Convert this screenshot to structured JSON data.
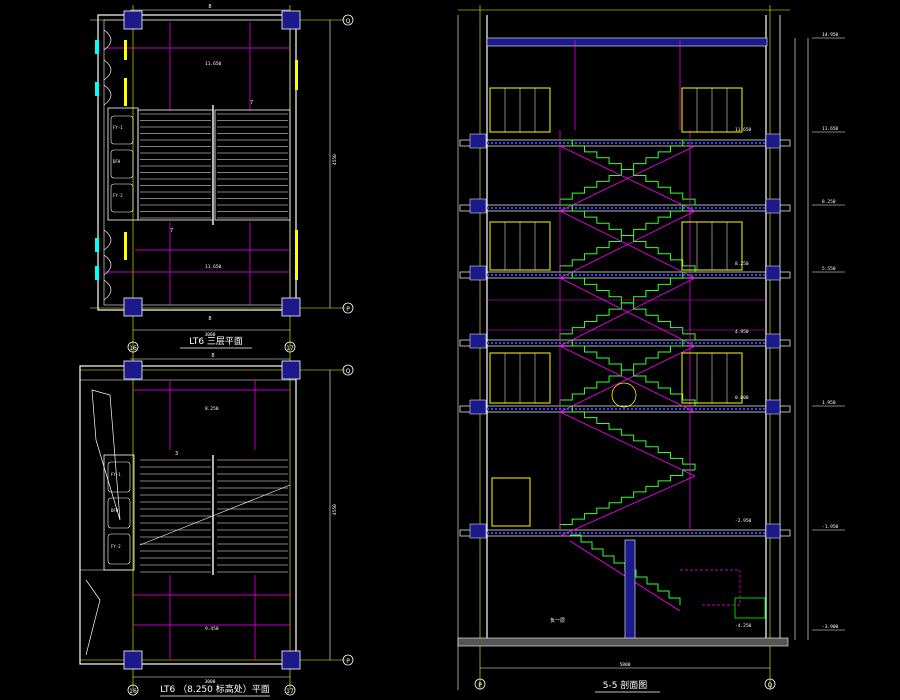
{
  "drawings": {
    "plan_upper": {
      "title": "LT6 三层平面",
      "grid_left": "16",
      "grid_right": "17",
      "grid_top": "Q",
      "grid_bottom": "P",
      "dim_top": "8",
      "dim_bottom": "8",
      "dim_width": "3000",
      "dim_height": "4550",
      "room_labels": [
        "FY-1",
        "DFH",
        "FY-2"
      ],
      "level_top": "11.650",
      "level_bottom": "11.650",
      "stair_mark_top": "7",
      "stair_mark_bottom": "7"
    },
    "plan_lower": {
      "title": "LT6 （8.250 标高处）平面",
      "grid_left": "16",
      "grid_right": "17",
      "grid_top": "Q",
      "grid_bottom": "P",
      "dim_top": "8",
      "dim_width": "3000",
      "dim_height": "4550",
      "room_labels": [
        "FY-1",
        "DFH",
        "FY-2"
      ],
      "level_top": "8.250",
      "level_bottom": "9.450",
      "stair_mark": "3"
    },
    "section": {
      "title": "5-5 剖面图",
      "grid_left": "P",
      "grid_right": "Q",
      "dim_width": "5800",
      "levels_right": [
        "14.950",
        "11.650",
        "8.250",
        "5.550",
        "1.950",
        "-1.950",
        "-3.900"
      ],
      "levels_inner": [
        "11.650",
        "8.250",
        "4.950",
        "0.000",
        "-2.950",
        "-4.250"
      ],
      "bottom_label": "负一层"
    }
  }
}
